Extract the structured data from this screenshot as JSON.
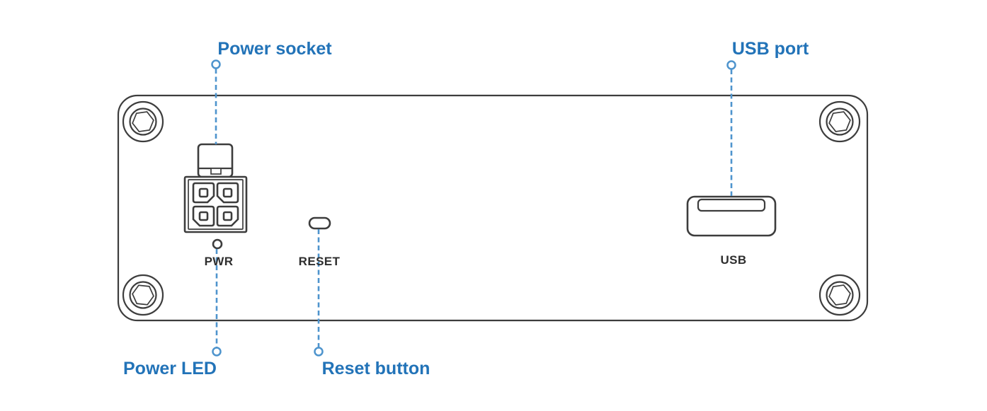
{
  "diagram": {
    "description": "Rear panel connection diagram of a device showing power socket, power LED, reset button and USB port",
    "callouts": {
      "power_socket": "Power socket",
      "usb_port": "USB port",
      "power_led": "Power LED",
      "reset_button": "Reset button"
    },
    "panel_labels": {
      "pwr": "PWR",
      "reset": "RESET",
      "usb": "USB"
    },
    "colors": {
      "accent_blue": "#2273b8",
      "leader_blue": "#4e94cd",
      "outline_dark": "#3d3d3d",
      "label_dark": "#2e2e2e"
    }
  }
}
